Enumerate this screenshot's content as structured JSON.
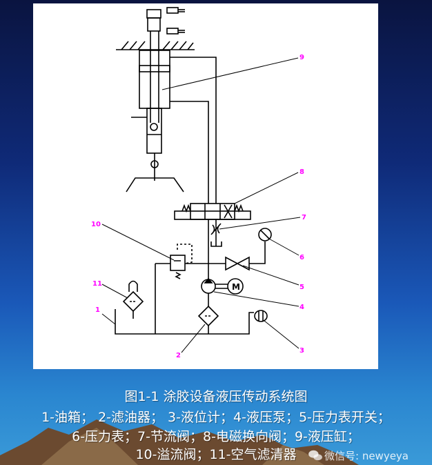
{
  "diagram": {
    "labels": [
      "1",
      "2",
      "3",
      "4",
      "5",
      "6",
      "7",
      "8",
      "9",
      "10",
      "11"
    ],
    "motor_letter": "M"
  },
  "caption": {
    "title": "图1-1    涂胶设备液压传动系统图",
    "line1": "1-油箱；  2-滤油器；  3-液位计；4-液压泵；5-压力表开关；",
    "line2": "6-压力表；7-节流阀；8-电磁换向阀；9-液压缸；",
    "line3": "10-溢流阀；11-空气滤清器"
  },
  "watermark": "微信号: newyeya"
}
